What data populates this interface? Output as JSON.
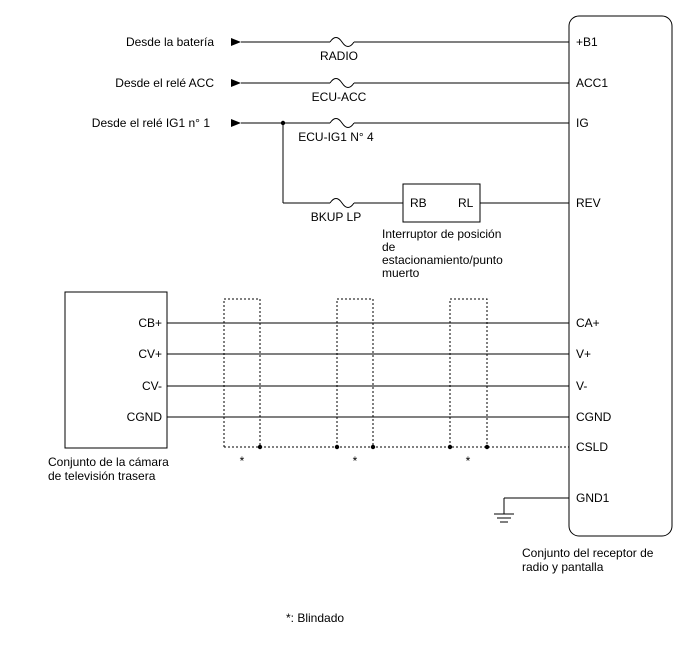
{
  "sources": {
    "battery": "Desde la batería",
    "acc_relay": "Desde el relé ACC",
    "ig1_relay": "Desde el relé IG1 n° 1"
  },
  "fuses": {
    "radio": "RADIO",
    "ecu_acc": "ECU-ACC",
    "ecu_ig1": "ECU-IG1 N° 4",
    "bkup_lp": "BKUP LP"
  },
  "switch": {
    "pin_rb": "RB",
    "pin_rl": "RL",
    "caption_line1": "Interruptor de posición",
    "caption_line2": "de",
    "caption_line3": "estacionamiento/punto",
    "caption_line4": "muerto"
  },
  "camera": {
    "pins": [
      "CB+",
      "CV+",
      "CV-",
      "CGND"
    ],
    "caption_line1": "Conjunto de la cámara",
    "caption_line2": "de televisión trasera"
  },
  "receiver": {
    "pins": [
      "+B1",
      "ACC1",
      "IG",
      "REV",
      "CA+",
      "V+",
      "V-",
      "CGND",
      "CSLD",
      "GND1"
    ],
    "caption_line1": "Conjunto del receptor de",
    "caption_line2": "radio y pantalla"
  },
  "shield_marker": "*",
  "legend": "*: Blindado"
}
